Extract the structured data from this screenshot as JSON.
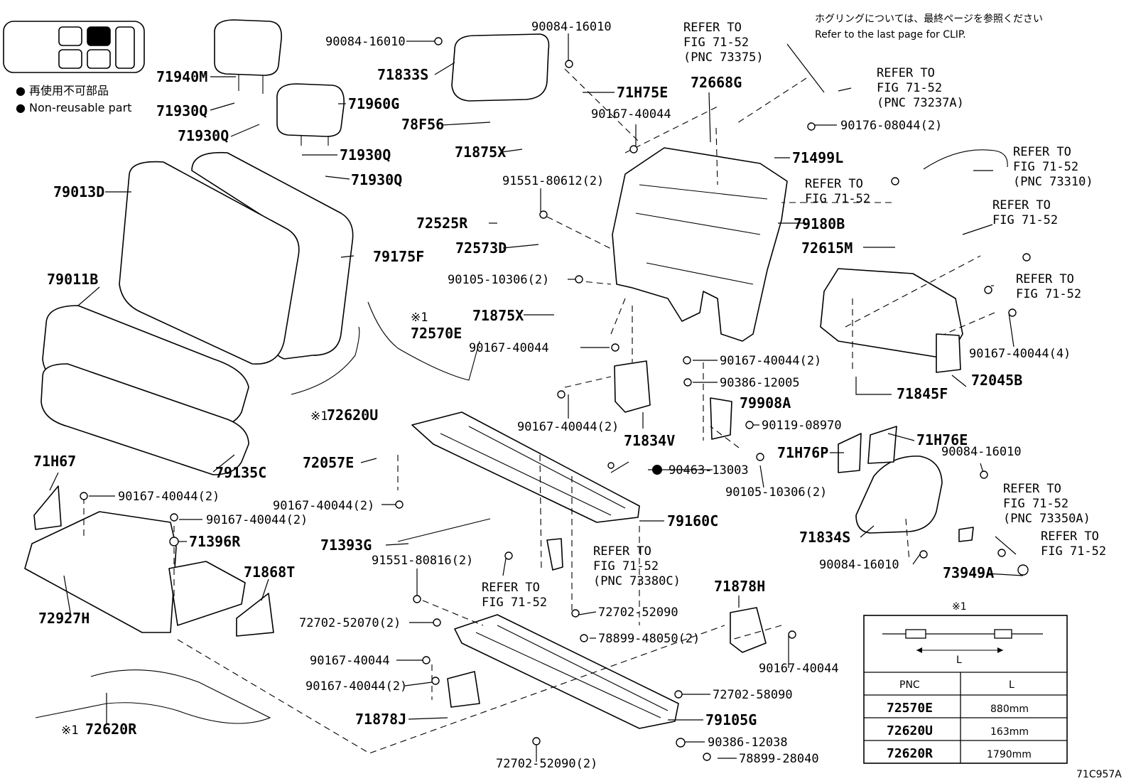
{
  "notes": {
    "clip_jp": "ホグリングについては、最終ページを参照ください",
    "clip_en": "Refer to the last page for CLIP."
  },
  "legend": {
    "jp": "● 再使用不可部品",
    "en": "● Non-reusable part"
  },
  "figure_code": "71C957A",
  "part_labels": [
    "71940M",
    "71930Q",
    "71930Q",
    "71960G",
    "71930Q",
    "71930Q",
    "79013D",
    "79011B",
    "79175F",
    "90084-16010",
    "71833S",
    "78F56",
    "71875X",
    "90084-16010",
    "71H75E",
    "90167-40044",
    "72668G",
    "91551-80612(2)",
    "72525R",
    "72573D",
    "90105-10306(2)",
    "71875X",
    "90167-40044",
    "※1",
    "72570E",
    "※1",
    "72620U",
    "79180B",
    "71499L",
    "90176-08044(2)",
    "72615M",
    "90167-40044(2)",
    "90386-12005",
    "79908A",
    "90119-08970",
    "71834V",
    "90167-40044(2)",
    "90167-40044(4)",
    "71845F",
    "72045B",
    "71H76E",
    "71H76P",
    "90084-16010",
    "90105-10306(2)",
    "71834S",
    "90084-16010",
    "73949A",
    "72057E",
    "90463-13003",
    "90167-40044(2)",
    "79160C",
    "71393G",
    "71H67",
    "90167-40044(2)",
    "90167-40044(2)",
    "71396R",
    "79135C",
    "71868T",
    "72927H",
    "91551-80816(2)",
    "72702-52090",
    "72702-52070(2)",
    "78899-48050(2)",
    "90167-40044",
    "90167-40044(2)",
    "71878H",
    "90167-40044",
    "72702-58090",
    "71878J",
    "79105G",
    "90386-12038",
    "78899-28040",
    "72702-52090(2)",
    "※1",
    "72620R"
  ],
  "refer_notes": [
    [
      "REFER TO",
      "FIG 71-52",
      "(PNC 73375)"
    ],
    [
      "REFER TO",
      "FIG 71-52",
      "(PNC 73237A)"
    ],
    [
      "REFER TO",
      "FIG 71-52",
      "(PNC 73310)"
    ],
    [
      "REFER TO",
      "FIG 71-52"
    ],
    [
      "REFER TO",
      "FIG 71-52"
    ],
    [
      "REFER TO",
      "FIG 71-52"
    ],
    [
      "REFER TO",
      "FIG 71-52",
      "(PNC 73380C)"
    ],
    [
      "REFER TO",
      "FIG 71-52"
    ],
    [
      "REFER TO",
      "FIG 71-52",
      "(PNC 73350A)"
    ],
    [
      "REFER TO",
      "FIG 71-52"
    ]
  ],
  "table": {
    "title": "※1",
    "dimension_label": "L",
    "headers": [
      "PNC",
      "L"
    ],
    "rows": [
      [
        "72570E",
        "880mm"
      ],
      [
        "72620U",
        "163mm"
      ],
      [
        "72620R",
        "1790mm"
      ]
    ]
  }
}
